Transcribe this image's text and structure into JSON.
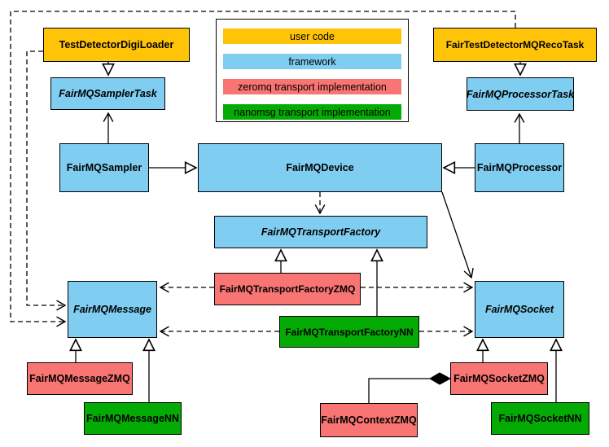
{
  "colors": {
    "user_code": "#FFC407",
    "framework": "#7FCEF2",
    "zeromq": "#F97573",
    "nanomsg": "#05AB05",
    "line": "#000000",
    "background": "#FFFFFF"
  },
  "legend": {
    "items": [
      {
        "label": "user code",
        "color": "#FFC407"
      },
      {
        "label": "framework",
        "color": "#7FCEF2"
      },
      {
        "label": "zeromq transport implementation",
        "color": "#F97573"
      },
      {
        "label": "nanomsg transport implementation",
        "color": "#05AB05"
      }
    ]
  },
  "nodes": {
    "test_detector_digi_loader": {
      "label": "TestDetectorDigiLoader",
      "category": "user_code",
      "abstract": false
    },
    "fair_test_detector_mq_reco_task": {
      "label": "FairTestDetectorMQRecoTask",
      "category": "user_code",
      "abstract": false
    },
    "fairmq_sampler_task": {
      "label": "FairMQSamplerTask",
      "category": "framework",
      "abstract": true
    },
    "fairmq_processor_task": {
      "label": "FairMQProcessorTask",
      "category": "framework",
      "abstract": true
    },
    "fairmq_sampler": {
      "label": "FairMQSampler",
      "category": "framework",
      "abstract": false
    },
    "fairmq_device": {
      "label": "FairMQDevice",
      "category": "framework",
      "abstract": false
    },
    "fairmq_processor": {
      "label": "FairMQProcessor",
      "category": "framework",
      "abstract": false
    },
    "fairmq_transport_factory": {
      "label": "FairMQTransportFactory",
      "category": "framework",
      "abstract": true
    },
    "fairmq_transport_factory_zmq": {
      "label": "FairMQTransportFactoryZMQ",
      "category": "zeromq",
      "abstract": false
    },
    "fairmq_transport_factory_nn": {
      "label": "FairMQTransportFactoryNN",
      "category": "nanomsg",
      "abstract": false
    },
    "fairmq_message": {
      "label": "FairMQMessage",
      "category": "framework",
      "abstract": true
    },
    "fairmq_socket": {
      "label": "FairMQSocket",
      "category": "framework",
      "abstract": true
    },
    "fairmq_message_zmq": {
      "label": "FairMQMessageZMQ",
      "category": "zeromq",
      "abstract": false
    },
    "fairmq_message_nn": {
      "label": "FairMQMessageNN",
      "category": "nanomsg",
      "abstract": false
    },
    "fairmq_socket_zmq": {
      "label": "FairMQSocketZMQ",
      "category": "zeromq",
      "abstract": false
    },
    "fairmq_socket_nn": {
      "label": "FairMQSocketNN",
      "category": "nanomsg",
      "abstract": false
    },
    "fairmq_context_zmq": {
      "label": "FairMQContextZMQ",
      "category": "zeromq",
      "abstract": false
    }
  },
  "relationships": [
    {
      "from": "TestDetectorDigiLoader",
      "to": "FairMQSamplerTask",
      "type": "inheritance"
    },
    {
      "from": "FairTestDetectorMQRecoTask",
      "to": "FairMQProcessorTask",
      "type": "inheritance"
    },
    {
      "from": "FairMQSampler",
      "to": "FairMQSamplerTask",
      "type": "association"
    },
    {
      "from": "FairMQProcessor",
      "to": "FairMQProcessorTask",
      "type": "association"
    },
    {
      "from": "FairMQSampler",
      "to": "FairMQDevice",
      "type": "inheritance"
    },
    {
      "from": "FairMQProcessor",
      "to": "FairMQDevice",
      "type": "inheritance"
    },
    {
      "from": "FairMQDevice",
      "to": "FairMQTransportFactory",
      "type": "dependency"
    },
    {
      "from": "FairMQDevice",
      "to": "FairMQSocket",
      "type": "association"
    },
    {
      "from": "FairMQTransportFactoryZMQ",
      "to": "FairMQTransportFactory",
      "type": "inheritance"
    },
    {
      "from": "FairMQTransportFactoryNN",
      "to": "FairMQTransportFactory",
      "type": "inheritance"
    },
    {
      "from": "FairMQTransportFactoryZMQ",
      "to": "FairMQMessage",
      "type": "dependency"
    },
    {
      "from": "FairMQTransportFactoryZMQ",
      "to": "FairMQSocket",
      "type": "dependency"
    },
    {
      "from": "FairMQTransportFactoryNN",
      "to": "FairMQMessage",
      "type": "dependency"
    },
    {
      "from": "FairMQTransportFactoryNN",
      "to": "FairMQSocket",
      "type": "dependency"
    },
    {
      "from": "TestDetectorDigiLoader",
      "to": "FairMQMessage",
      "type": "dependency"
    },
    {
      "from": "FairTestDetectorMQRecoTask",
      "to": "FairMQMessage",
      "type": "dependency"
    },
    {
      "from": "FairMQMessageZMQ",
      "to": "FairMQMessage",
      "type": "inheritance"
    },
    {
      "from": "FairMQMessageNN",
      "to": "FairMQMessage",
      "type": "inheritance"
    },
    {
      "from": "FairMQSocketZMQ",
      "to": "FairMQSocket",
      "type": "inheritance"
    },
    {
      "from": "FairMQSocketNN",
      "to": "FairMQSocket",
      "type": "inheritance"
    },
    {
      "from": "FairMQSocketZMQ",
      "to": "FairMQContextZMQ",
      "type": "composition"
    }
  ]
}
